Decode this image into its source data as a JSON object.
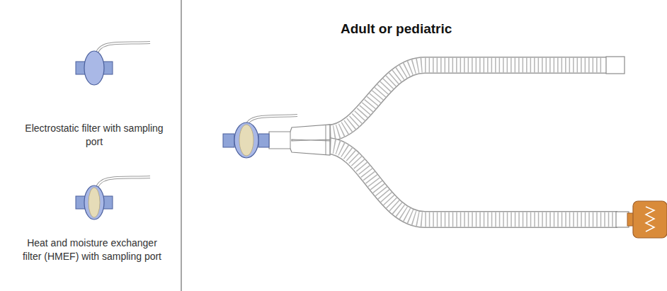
{
  "diagram": {
    "title": "Adult or pediatric",
    "labels": [
      "Electrostatic filter with sampling port",
      "Heat and moisture exchanger filter (HMEF) with sampling port"
    ]
  }
}
